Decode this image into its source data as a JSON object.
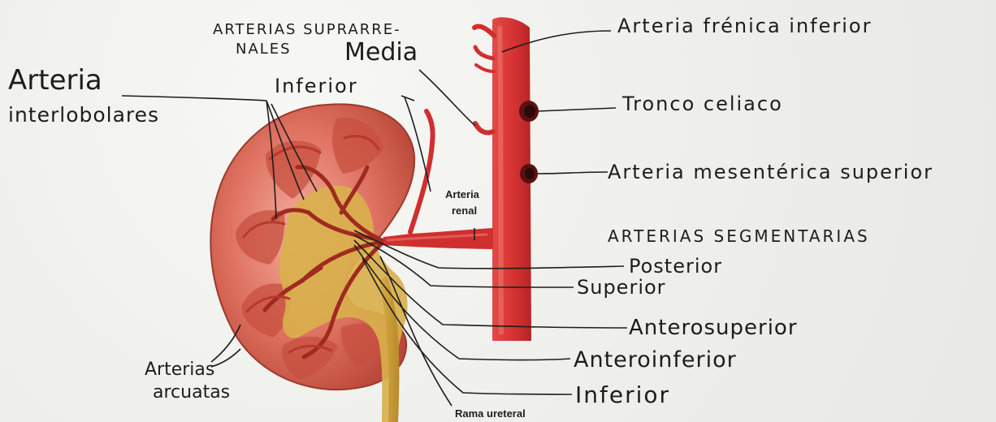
{
  "colors": {
    "artery": "#cf2f2f",
    "artery_dark": "#a92222",
    "kidney": "#d95c4a",
    "kidney_light": "#ef9788",
    "pelvis": "#d9b04c",
    "line": "#1d1d1d"
  },
  "labels": {
    "suprarrenales_line1": "ARTERIAS SUPRARRE-",
    "suprarrenales_line2": "NALES",
    "media": "Media",
    "inferior_suprarrenal": "Inferior",
    "interlobulares_line1": "Arteria",
    "interlobulares_line2": "interlobolares",
    "frenica": "Arteria frénica inferior",
    "tronco": "Tronco celiaco",
    "mesenterica": "Arteria mesentérica superior",
    "arteria_renal_line1": "Arteria",
    "arteria_renal_line2": "renal",
    "segmentarias": "ARTERIAS SEGMENTARIAS",
    "posterior": "Posterior",
    "superior": "Superior",
    "anterosuperior": "Anterosuperior",
    "anteroinferior": "Anteroinferior",
    "inferior_segmental": "Inferior",
    "arcuatas_line1": "Arterias",
    "arcuatas_line2": "arcuatas",
    "rama_ureteral": "Rama ureteral"
  }
}
